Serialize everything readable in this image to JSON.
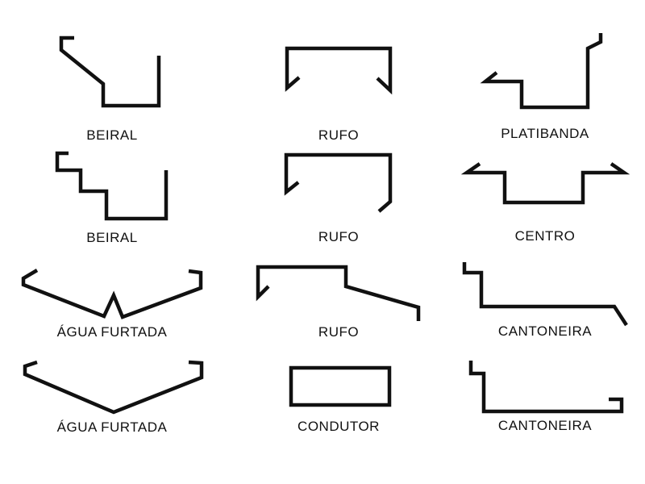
{
  "colors": {
    "background": "#ffffff",
    "ink": "#111111"
  },
  "profiles": [
    {
      "label": "BEIRAL"
    },
    {
      "label": "RUFO"
    },
    {
      "label": "PLATIBANDA"
    },
    {
      "label": "BEIRAL"
    },
    {
      "label": "RUFO"
    },
    {
      "label": "CENTRO"
    },
    {
      "label": "ÁGUA FURTADA"
    },
    {
      "label": "RUFO"
    },
    {
      "label": "CANTONEIRA"
    },
    {
      "label": "ÁGUA FURTADA"
    },
    {
      "label": "CONDUTOR"
    },
    {
      "label": "CANTONEIRA"
    }
  ]
}
